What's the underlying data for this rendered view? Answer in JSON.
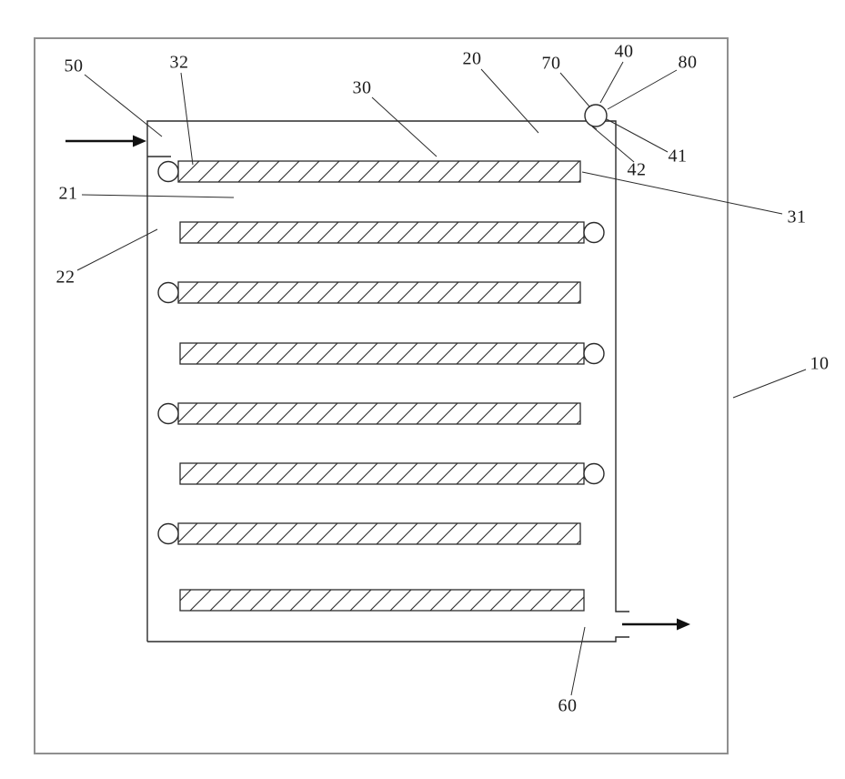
{
  "figure": {
    "kind": "patent-style line diagram",
    "subject": "serpentine channel with hatched internal bars, inlet and outlet flow arrows"
  },
  "colors": {
    "background": "#ffffff",
    "frame": "#8f8f8f",
    "line": "#2b2b2b"
  },
  "labels": [
    {
      "text": "50"
    },
    {
      "text": "32"
    },
    {
      "text": "30"
    },
    {
      "text": "20"
    },
    {
      "text": "70"
    },
    {
      "text": "40"
    },
    {
      "text": "80"
    },
    {
      "text": "41"
    },
    {
      "text": "42"
    },
    {
      "text": "31"
    },
    {
      "text": "21"
    },
    {
      "text": "22"
    },
    {
      "text": "10"
    },
    {
      "text": "60"
    }
  ]
}
